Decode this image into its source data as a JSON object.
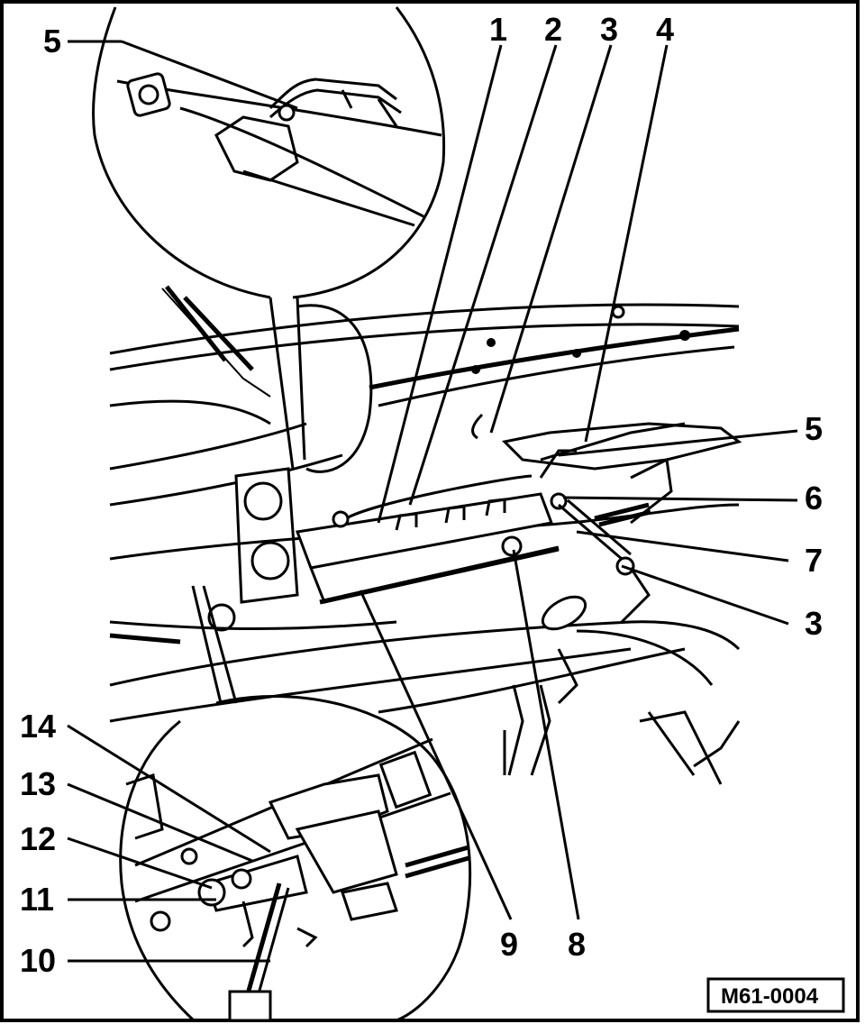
{
  "figure": {
    "reference_code": "M61-0004",
    "callouts": [
      {
        "id": "c-5a",
        "label": "5"
      },
      {
        "id": "c-1",
        "label": "1"
      },
      {
        "id": "c-2",
        "label": "2"
      },
      {
        "id": "c-3a",
        "label": "3"
      },
      {
        "id": "c-4",
        "label": "4"
      },
      {
        "id": "c-5b",
        "label": "5"
      },
      {
        "id": "c-6",
        "label": "6"
      },
      {
        "id": "c-7",
        "label": "7"
      },
      {
        "id": "c-3b",
        "label": "3"
      },
      {
        "id": "c-9",
        "label": "9"
      },
      {
        "id": "c-8",
        "label": "8"
      },
      {
        "id": "c-14",
        "label": "14"
      },
      {
        "id": "c-13",
        "label": "13"
      },
      {
        "id": "c-12",
        "label": "12"
      },
      {
        "id": "c-11",
        "label": "11"
      },
      {
        "id": "c-10",
        "label": "10"
      }
    ]
  }
}
